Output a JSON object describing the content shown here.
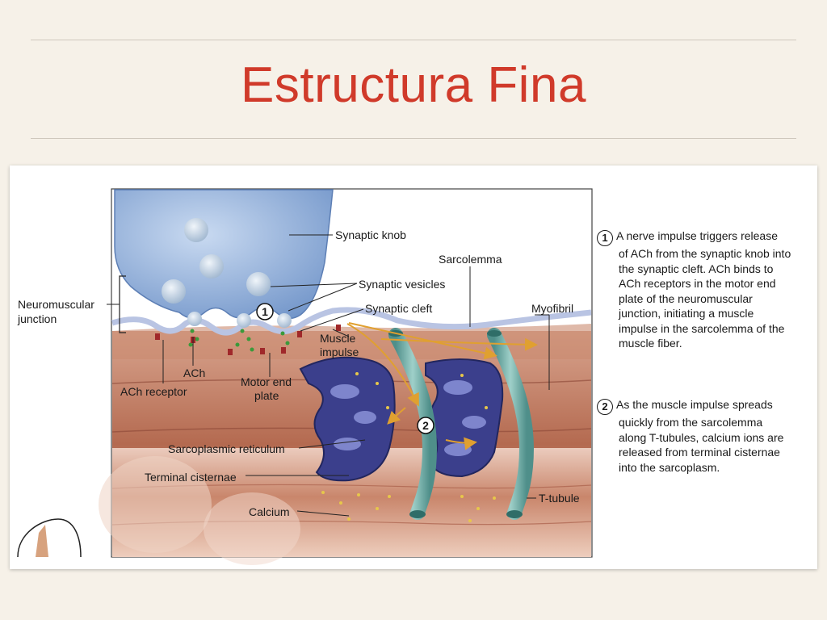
{
  "slide": {
    "title": "Estructura Fina"
  },
  "figure": {
    "labels": {
      "synaptic_knob": "Synaptic knob",
      "sarcolemma": "Sarcolemma",
      "synaptic_vesicles": "Synaptic vesicles",
      "neuromuscular_junction_line1": "Neuromuscular",
      "neuromuscular_junction_line2": "junction",
      "synaptic_cleft": "Synaptic cleft",
      "myofibril": "Myofibril",
      "muscle_impulse_line1": "Muscle",
      "muscle_impulse_line2": "impulse",
      "ach": "ACh",
      "ach_receptor": "ACh receptor",
      "motor_end_plate_line1": "Motor end",
      "motor_end_plate_line2": "plate",
      "sarcoplasmic_reticulum": "Sarcoplasmic reticulum",
      "terminal_cisternae": "Terminal cisternae",
      "calcium": "Calcium",
      "t_tubule": "T-tubule",
      "step1_marker": "1",
      "step2_marker": "2"
    },
    "captions": [
      {
        "number": "1",
        "lines": [
          "A nerve impulse triggers release",
          "of ACh from the synaptic knob into",
          "the synaptic cleft.  ACh binds to",
          "ACh receptors in the motor end",
          "plate of the neuromuscular",
          "junction, initiating a muscle",
          "impulse in the sarcolemma of the",
          "muscle fiber."
        ]
      },
      {
        "number": "2",
        "lines": [
          "As the muscle impulse spreads",
          "quickly from the sarcolemma",
          "along T-tubules, calcium ions are",
          "released from terminal cisternae",
          "into the sarcoplasm."
        ]
      }
    ],
    "colors": {
      "title": "#d03a2a",
      "knob": "#8fb0dc",
      "muscle": "#b86a4e",
      "reticulum": "#3b3f8c",
      "t_tubule": "#6fa8a2",
      "arrow": "#e0a030"
    }
  }
}
